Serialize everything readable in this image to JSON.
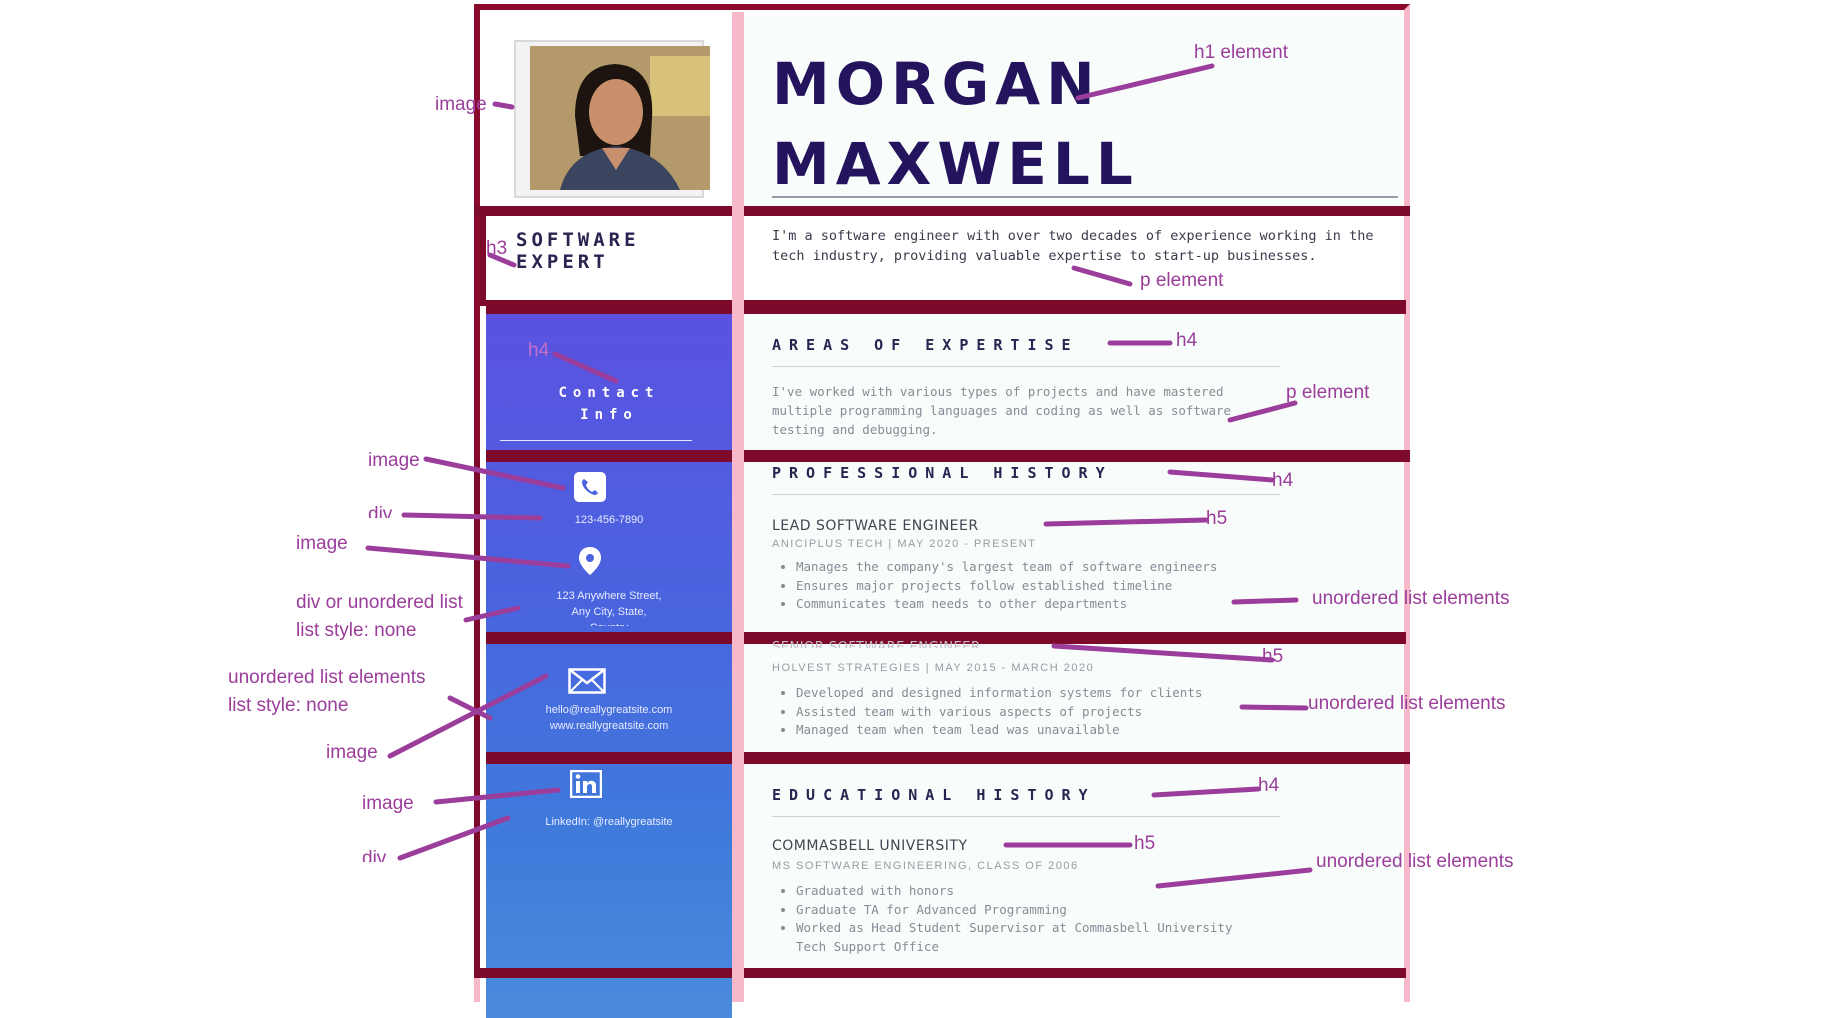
{
  "resume": {
    "name_first": "MORGAN",
    "name_last": "MAXWELL",
    "title_line1": "SOFTWARE",
    "title_line2": "EXPERT",
    "intro": "I'm a software engineer with over two decades of experience working in the tech industry, providing valuable expertise to start-up businesses.",
    "contact": {
      "heading_line1": "Contact",
      "heading_line2": "Info",
      "phone": "123-456-7890",
      "address_line1": "123 Anywhere Street,",
      "address_line2": "Any City, State,",
      "address_line3": "Country",
      "email": "hello@reallygreatsite.com",
      "website": "www.reallygreatsite.com",
      "linkedin": "LinkedIn: @reallygreatsite"
    },
    "expertise": {
      "heading": "AREAS OF EXPERTISE",
      "text": "I've worked with various types of projects and have mastered multiple programming languages and coding as well as software testing and debugging."
    },
    "professional": {
      "heading": "PROFESSIONAL HISTORY",
      "jobs": [
        {
          "title": "LEAD SOFTWARE ENGINEER",
          "meta": "ANICIPLUS TECH | MAY 2020 - PRESENT",
          "bullets": [
            "Manages the company's largest team of software engineers",
            "Ensures major projects follow established timeline",
            "Communicates team needs to other departments"
          ]
        },
        {
          "title": "SENIOR SOFTWARE ENGINEER",
          "meta": "HOLVEST STRATEGIES | MAY 2015 - MARCH 2020",
          "bullets": [
            "Developed and designed information systems for clients",
            "Assisted team with various aspects of projects",
            "Managed team when team lead was unavailable"
          ]
        }
      ]
    },
    "education": {
      "heading": "EDUCATIONAL HISTORY",
      "school": "COMMASBELL UNIVERSITY",
      "meta": "MS SOFTWARE ENGINEERING, CLASS OF 2006",
      "bullets": [
        "Graduated with honors",
        "Graduate TA for Advanced Programming",
        "Worked as Head Student Supervisor at Commasbell University Tech Support Office"
      ]
    }
  },
  "annotations": {
    "image_photo": "image",
    "h1": "h1 element",
    "h3": "h3",
    "p1": "p element",
    "h4_contact": "h4",
    "h4_expertise": "h4",
    "p2": "p element",
    "image_phone": "image",
    "h4_professional": "h4",
    "div_phone": "div",
    "h5_lead": "h5",
    "image_pin": "image",
    "div_or_ul_1": "div or unordered list",
    "div_or_ul_2": "list style: none",
    "ul_1": "unordered list elements",
    "h5_senior": "h5",
    "ul_email_1": "unordered list elements",
    "ul_email_2": "list style: none",
    "ul_2": "unordered list elements",
    "image_email": "image",
    "image_linkedin": "image",
    "h4_education": "h4",
    "div_linkedin": "div",
    "h5_school": "h5",
    "ul_3": "unordered list elements"
  },
  "colors": {
    "maroon": "#7d0a2a",
    "pink_frame": "#f7b9c9",
    "navy_text": "#24145e",
    "annotation": "#9b3d9b",
    "gradient_top": "#5b52e0",
    "gradient_bottom": "#4a8bdc"
  },
  "icons": [
    "phone-icon",
    "location-pin-icon",
    "mail-icon",
    "linkedin-icon"
  ]
}
